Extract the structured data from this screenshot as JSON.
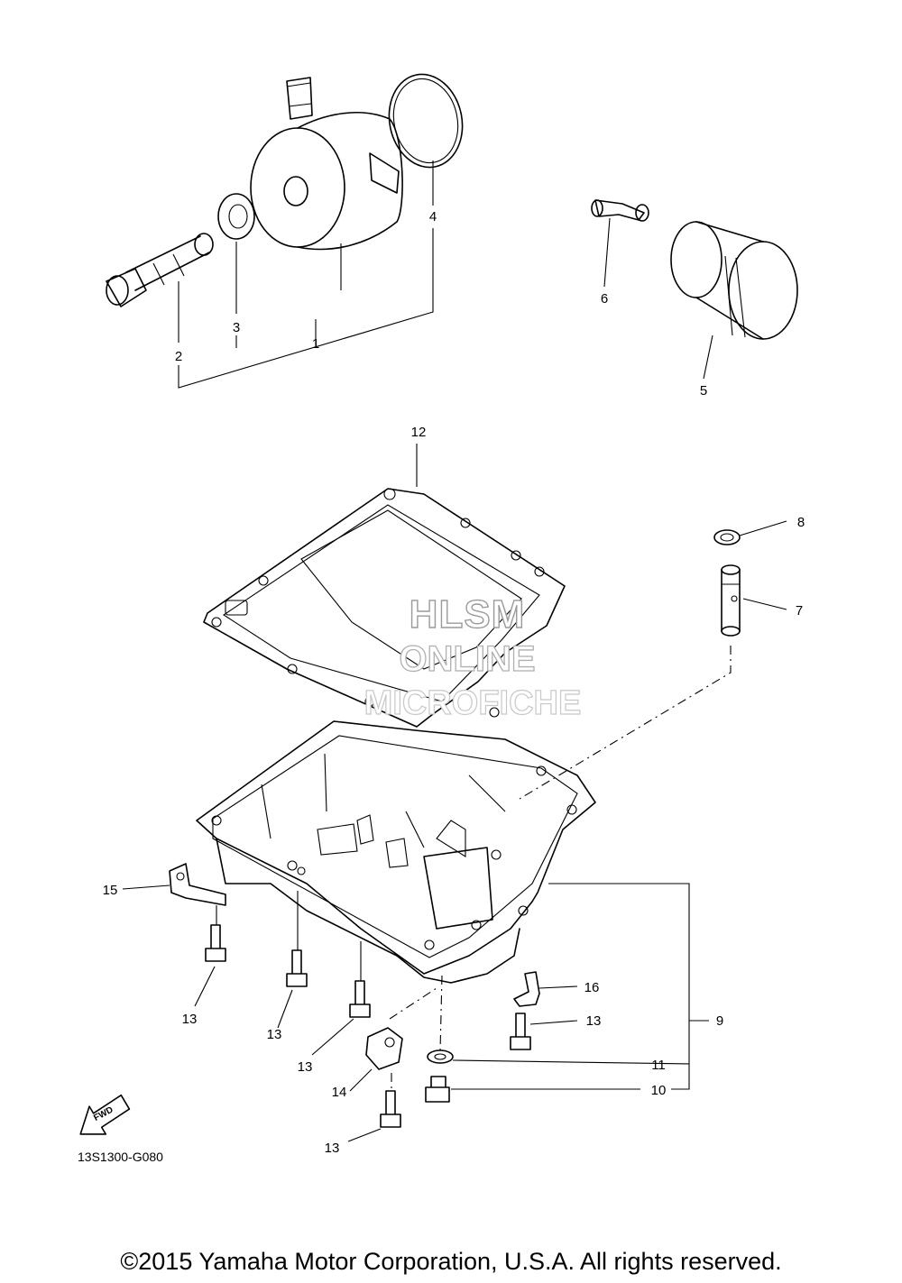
{
  "diagram": {
    "callouts": {
      "c1": "1",
      "c2": "2",
      "c3": "3",
      "c4": "4",
      "c5": "5",
      "c6": "6",
      "c7": "7",
      "c8": "8",
      "c9": "9",
      "c10": "10",
      "c11": "11",
      "c12": "12",
      "c13a": "13",
      "c13b": "13",
      "c13c": "13",
      "c13d": "13",
      "c13e": "13",
      "c14": "14",
      "c15": "15",
      "c16": "16"
    },
    "watermark": {
      "line1": "HLSM",
      "line2": "ONLINE",
      "line3": "MICROFICHE"
    },
    "fwd_label": "FWD",
    "diagram_code": "13S1300-G080",
    "copyright": "©2015 Yamaha Motor Corporation, U.S.A. All rights reserved."
  }
}
